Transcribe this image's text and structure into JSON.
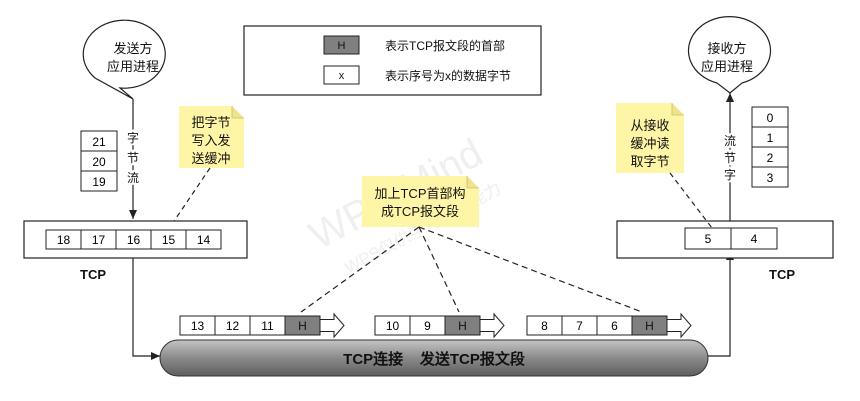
{
  "legend": {
    "header_box_label": "H",
    "header_desc": "表示TCP报文段的首部",
    "byte_box_label": "x",
    "byte_desc": "表示序号为x的数据字节"
  },
  "sender": {
    "process_line1": "发送方",
    "process_line2": "应用进程",
    "stream_bytes": [
      "21",
      "20",
      "19"
    ],
    "stream_label": [
      "字",
      "节",
      "流"
    ],
    "note_lines": [
      "把字节",
      "写入发",
      "送缓冲"
    ],
    "buffer_bytes": [
      "18",
      "17",
      "16",
      "15",
      "14"
    ],
    "tcp_label": "TCP"
  },
  "middle_note": {
    "lines": [
      "加上TCP首部构",
      "成TCP报文段"
    ]
  },
  "segments": [
    {
      "bytes": [
        "13",
        "12",
        "11"
      ],
      "header": "H"
    },
    {
      "bytes": [
        "10",
        "9"
      ],
      "header": "H"
    },
    {
      "bytes": [
        "8",
        "7",
        "6"
      ],
      "header": "H"
    }
  ],
  "connection": {
    "label": "TCP连接    发送TCP报文段"
  },
  "receiver": {
    "process_line1": "接收方",
    "process_line2": "应用进程",
    "stream_bytes": [
      "0",
      "1",
      "2",
      "3"
    ],
    "stream_label": [
      "流",
      "节",
      "字"
    ],
    "note_lines": [
      "从接收",
      "缓冲读",
      "取字节"
    ],
    "buffer_bytes": [
      "5",
      "4"
    ],
    "tcp_label": "TCP"
  },
  "watermark": {
    "line1": "WPS Mind",
    "line2": "WPS仅供学习使用能力"
  },
  "colors": {
    "header_fill": "#808080",
    "note_fill": "#fff5a6",
    "pipe_fill": "#7a7a7a"
  }
}
